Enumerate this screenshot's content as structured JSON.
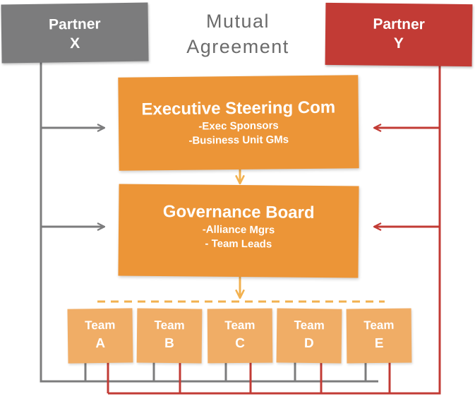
{
  "partners": {
    "x": {
      "line1": "Partner",
      "line2": "X",
      "color": "#7c7c7d"
    },
    "y": {
      "line1": "Partner",
      "line2": "Y",
      "color": "#c23b35"
    }
  },
  "agreement": {
    "line1": "Mutual",
    "line2": "Agreement"
  },
  "executive": {
    "title": "Executive Steering Com",
    "items": [
      "-Exec Sponsors",
      "-Business Unit GMs"
    ]
  },
  "governance": {
    "title": "Governance Board",
    "items": [
      "-Alliance Mgrs",
      "- Team Leads"
    ]
  },
  "teams": [
    {
      "label": "Team",
      "letter": "A"
    },
    {
      "label": "Team",
      "letter": "B"
    },
    {
      "label": "Team",
      "letter": "C"
    },
    {
      "label": "Team",
      "letter": "D"
    },
    {
      "label": "Team",
      "letter": "E"
    }
  ],
  "colors": {
    "box_orange": "#ec9537",
    "team_orange": "#f0ad66",
    "arrow_orange": "#f2b14f",
    "gray": "#7c7c7d",
    "red": "#c23b35"
  }
}
